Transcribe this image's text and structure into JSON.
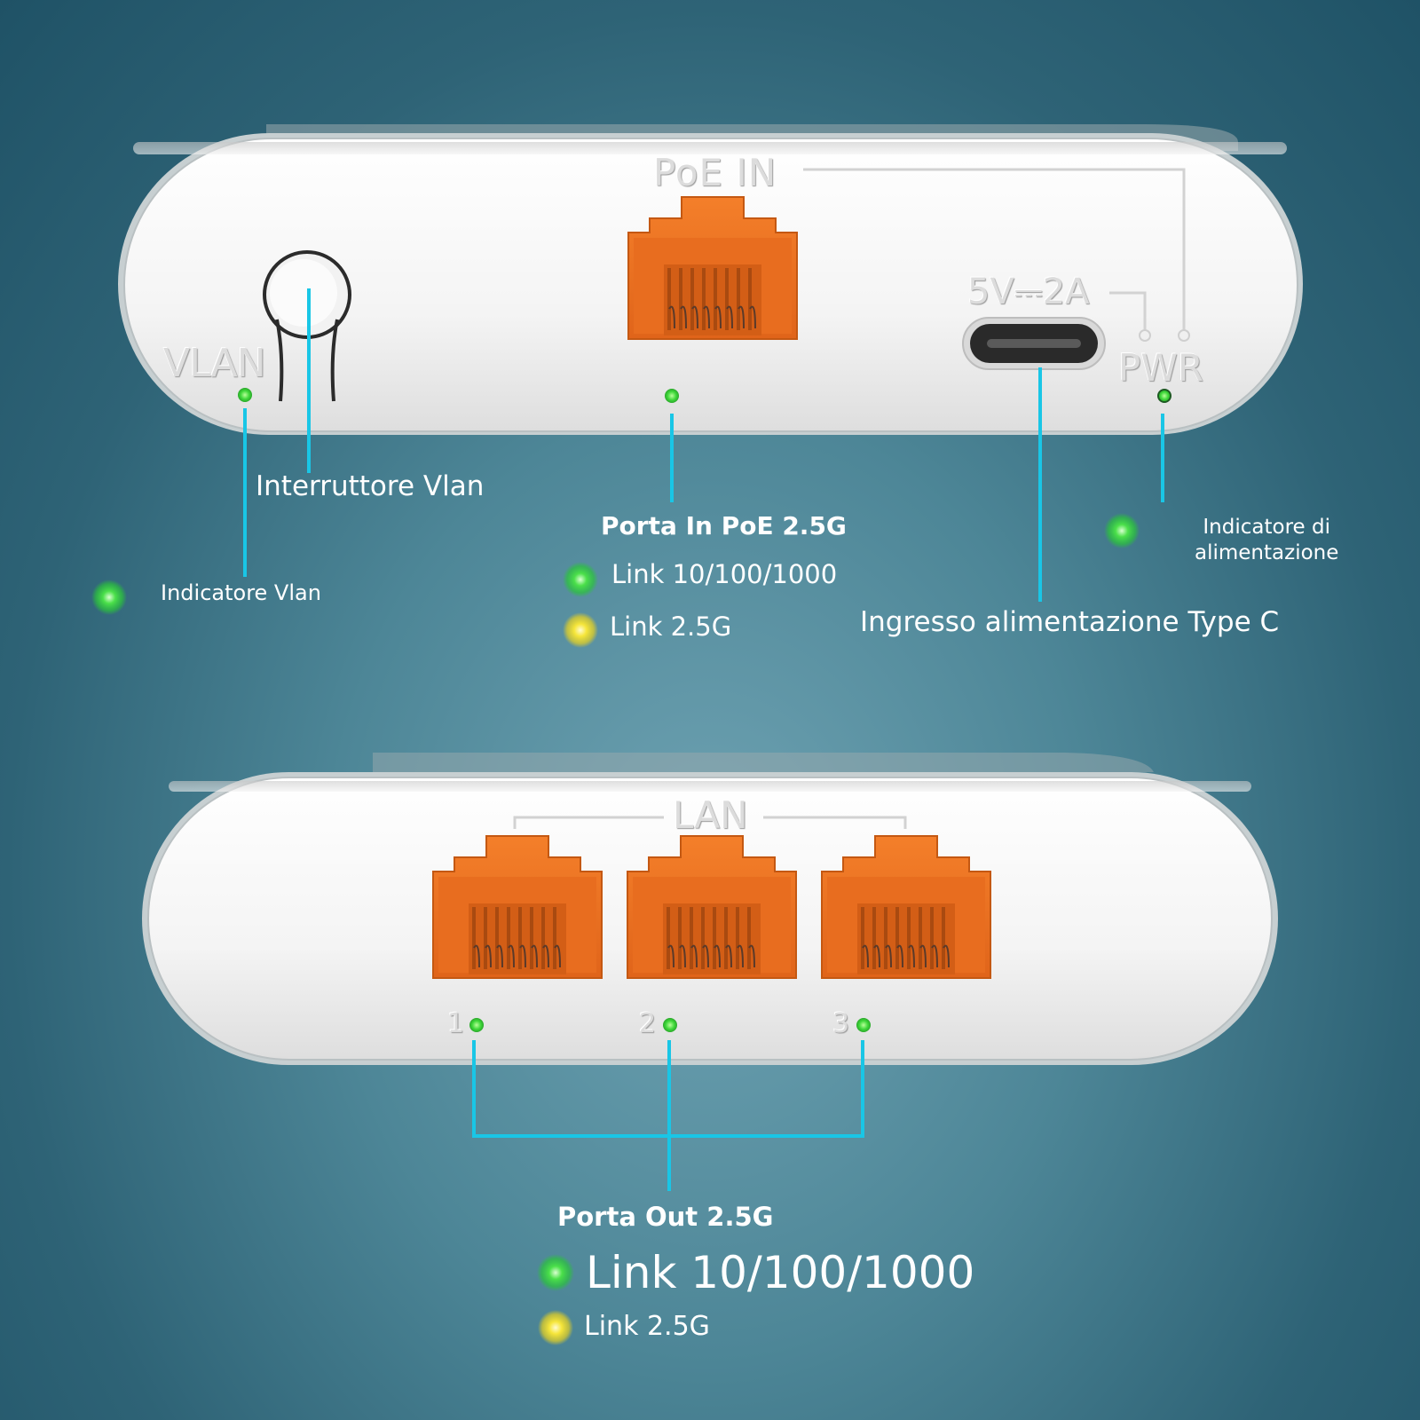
{
  "device_top": {
    "poe_in_print": "PoE  IN",
    "power_rating_print": "5V⎓2A",
    "pwr_print": "PWR",
    "vlan_print": "VLAN"
  },
  "device_bottom": {
    "lan_print": "LAN",
    "port_numbers": [
      "1",
      "2",
      "3"
    ]
  },
  "labels": {
    "vlan_switch": "Interruttore Vlan",
    "vlan_indicator": "Indicatore Vlan",
    "poe_in_title": "Porta In PoE 2.5G",
    "poe_in_link1": "Link 10/100/1000",
    "poe_in_link2": "Link 2.5G",
    "power_indicator_line1": "Indicatore di",
    "power_indicator_line2": "alimentazione",
    "type_c_input": "Ingresso alimentazione Type C",
    "porta_out_title": "Porta Out 2.5G",
    "porta_out_link1": "Link 10/100/1000",
    "porta_out_link2": "Link 2.5G"
  },
  "colors": {
    "callout_line": "#19c6e6",
    "led_green": "#3ee04a",
    "led_yellow": "#f2e23a",
    "port_orange": "#ee7422",
    "device_body": "#f4f4f4"
  },
  "icons": [
    "green-led-icon",
    "yellow-led-icon",
    "rj45-port-icon",
    "usb-c-port-icon",
    "push-button-icon"
  ]
}
